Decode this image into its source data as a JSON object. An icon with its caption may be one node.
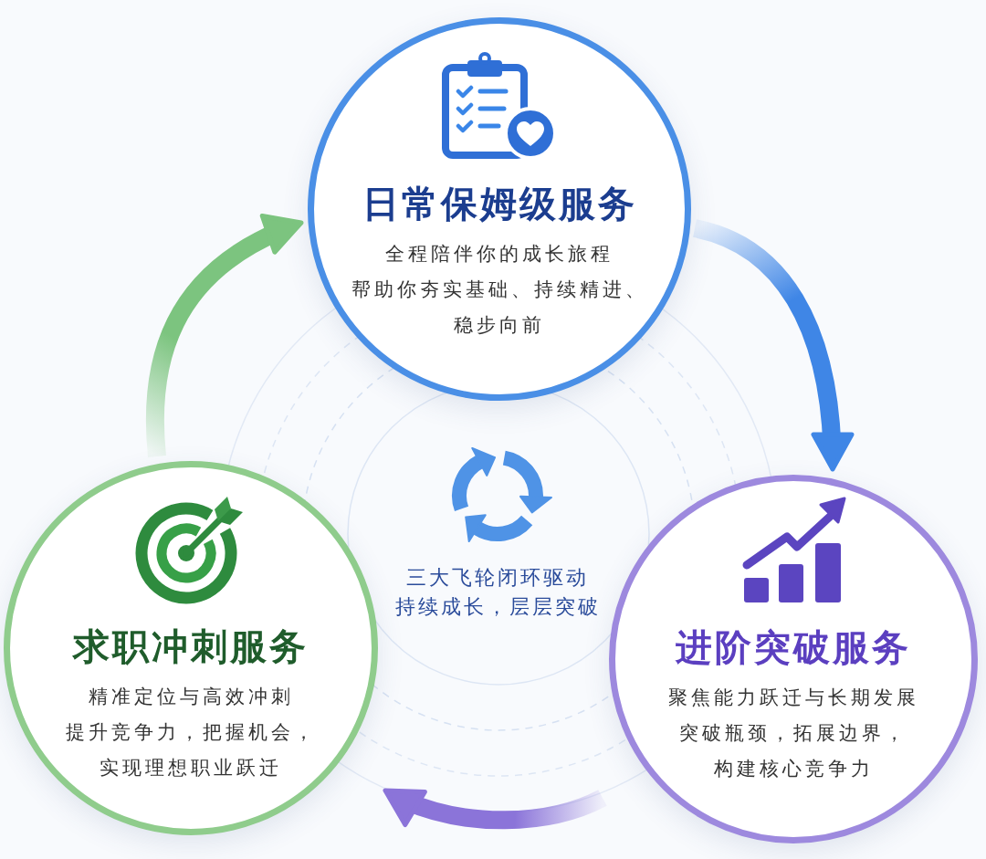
{
  "diagram": {
    "nodes": [
      {
        "text": [
          "日常保姆级服务",
          "全程陪伴你的成长旅程",
          "帮助你夯实基础、持续精进、稳步向前"
        ]
      },
      {
        "text": [
          "求职冲刺服务",
          "精准定位与高效冲刺",
          "提升竞争力，把握机会，实现理想职业跃迁"
        ]
      },
      {
        "text": [
          "进阶突破服务",
          "聚焦能力跃迁与长期发展",
          "突破瓶颈，拓展边界，构建核心竞争力"
        ]
      }
    ],
    "edges": [
      {
        "from": 1,
        "to": 0,
        "arrow": "to",
        "color": "#7cc47f"
      },
      {
        "from": 0,
        "to": 2,
        "arrow": "to",
        "color": "#3f86e6"
      },
      {
        "from": 2,
        "to": 1,
        "arrow": "to",
        "color": "#8b74d9"
      }
    ],
    "labels": [
      "三大飞轮闭环驱动",
      "持续成长，层层突破"
    ]
  }
}
